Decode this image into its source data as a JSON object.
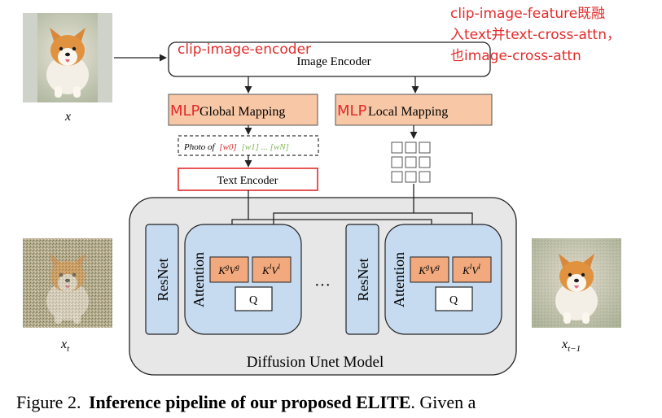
{
  "annotations": {
    "encoder_note": "clip-image-encoder",
    "feature_note_line1": "clip-image-feature既融",
    "feature_note_line2": "入text并text-cross-attn，",
    "feature_note_line3": "也image-cross-attn",
    "mlp_left": "MLP",
    "mlp_right": "MLP"
  },
  "diagram": {
    "image_encoder": "Image Encoder",
    "global_mapping": "Global Mapping",
    "local_mapping": "Local Mapping",
    "prompt_prefix": "Photo of",
    "prompt_w0": "[w0]",
    "prompt_rest": "[w1] ... [wN]",
    "text_encoder": "Text Encoder",
    "resnet": "ResNet",
    "attention": "Attention",
    "kg_vg": "K",
    "kl_vl": "K",
    "q": "Q",
    "ellipsis": "···",
    "unet_label": "Diffusion Unet Model",
    "x_label": "x",
    "xt_label": "x",
    "xt_sub": "t",
    "xt1_sub": "t−1"
  },
  "caption": {
    "prefix": "Figure 2.",
    "bold": "Inference pipeline of our proposed ELITE",
    "suffix": ". Given a"
  },
  "colors": {
    "accent_red": "#e32b2b",
    "mapping_fill": "#f7c7a6",
    "kv_fill": "#f1a97d",
    "attention_fill": "#c6dbf0",
    "unet_fill": "#e7e7e7",
    "w0_red": "#d62a2a",
    "w_green": "#82b85a"
  }
}
